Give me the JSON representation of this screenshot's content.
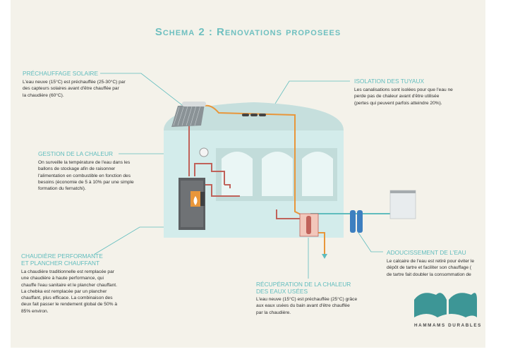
{
  "title": "Schema 2 : Renovations proposees",
  "annotations": {
    "solar": {
      "label": "Préchauffage solaire",
      "text": [
        "L'eau neuve (15°C) est préchauffée (25-30°C) par",
        "des capteurs solaires avant d'être chauffée par",
        "la chaudière (60°C)."
      ]
    },
    "insulation": {
      "label": "Isolation des tuyaux",
      "text": [
        "Les canalisations sont isolées pour que l'eau ne",
        "perde pas de chaleur avant d'être utilisée",
        "(pertes qui peuvent parfois atteindre 20%)."
      ]
    },
    "heat_management": {
      "label": "Gestion de la chaleur",
      "text": [
        "On surveille la température de l'eau dans les",
        "ballons de stockage afin de raisonner",
        "l'alimentation en combustible en fonction des",
        "besoins (économie de 5 à 10% par une simple",
        "formation du fernatchi)."
      ]
    },
    "boiler": {
      "label": [
        "Chaudière performante",
        "et plancher chauffant"
      ],
      "text": [
        "La chaudière traditionnelle est remplacée par",
        "une chaudière à haute performance, qui",
        "chauffe l'eau sanitaire et le plancher chauffant.",
        "La chebka est remplacée par un plancher",
        "chauffant, plus efficace. La combinaison des",
        "deux fait passer le rendement global de 50% à",
        "85% environ."
      ]
    },
    "recovery": {
      "label": [
        "Récupération de la chaleur",
        "des eaux usées"
      ],
      "text": [
        "L'eau neuve (15°C) est préchauffée (25°C) grâce",
        "aux eaux usées du bain avant d'être chauffée",
        "par la chaudière."
      ]
    },
    "softening": {
      "label": "Adoucissement de l'eau",
      "text": [
        "Le calcaire de l'eau est retiré pour éviter le",
        "dépôt de tartre et faciliter son chauffage (",
        "de tartre fait doubler la consommation de"
      ]
    }
  },
  "logo": {
    "name": "Hammams Durables"
  },
  "colors": {
    "accent": "#5fbcbd",
    "hot_pipe": "#e8963a",
    "warm_pipe": "#c0625a",
    "cold_pipe": "#5fbcbd",
    "building": "#d3eceb"
  }
}
